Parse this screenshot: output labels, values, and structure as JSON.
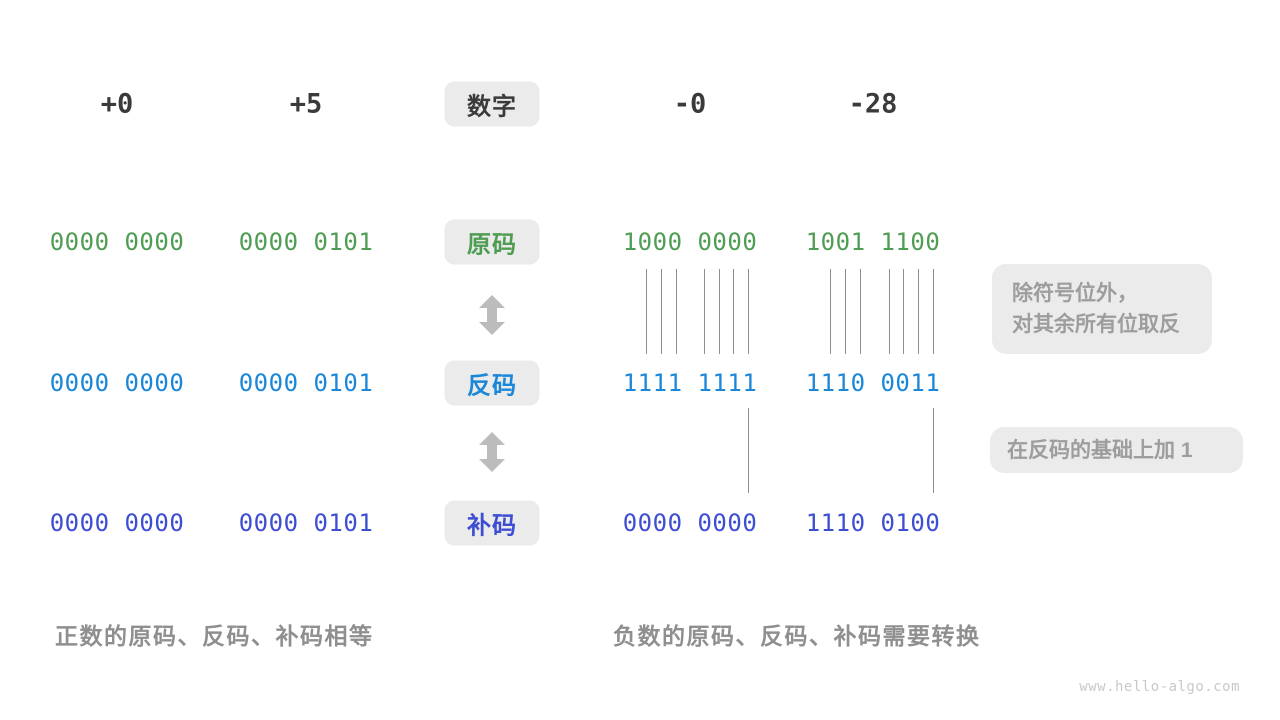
{
  "figure": {
    "title_semantic": "sign-magnitude / ones-complement / twos-complement conversion diagram",
    "colors": {
      "sign_magnitude_green": "#4f9d53",
      "ones_complement_blue": "#1b87d8",
      "twos_complement_indigo": "#3d4ed2",
      "badge_background": "#ebebeb",
      "annotation_gray": "#9d9d9d",
      "caption_gray": "#8f8f8f",
      "arrow_gray": "#bcbcbc",
      "header_dark": "#3a3a3a"
    }
  },
  "header": {
    "columns": [
      "+0",
      "+5",
      "-0",
      "-28"
    ],
    "center_label": "数字"
  },
  "rows": [
    {
      "label": "原码",
      "values": [
        "0000 0000",
        "0000 0101",
        "1000 0000",
        "1001 1100"
      ]
    },
    {
      "label": "反码",
      "values": [
        "0000 0000",
        "0000 0101",
        "1111 1111",
        "1110 0011"
      ]
    },
    {
      "label": "补码",
      "values": [
        "0000 0000",
        "0000 0101",
        "0000 0000",
        "1110 0100"
      ]
    }
  ],
  "annotations": {
    "invert_line1": "除符号位外，",
    "invert_line2": "对其余所有位取反",
    "add_one": "在反码的基础上加 1"
  },
  "captions": {
    "positive": "正数的原码、反码、补码相等",
    "negative": "负数的原码、反码、补码需要转换"
  },
  "watermark": "www.hello-algo.com"
}
